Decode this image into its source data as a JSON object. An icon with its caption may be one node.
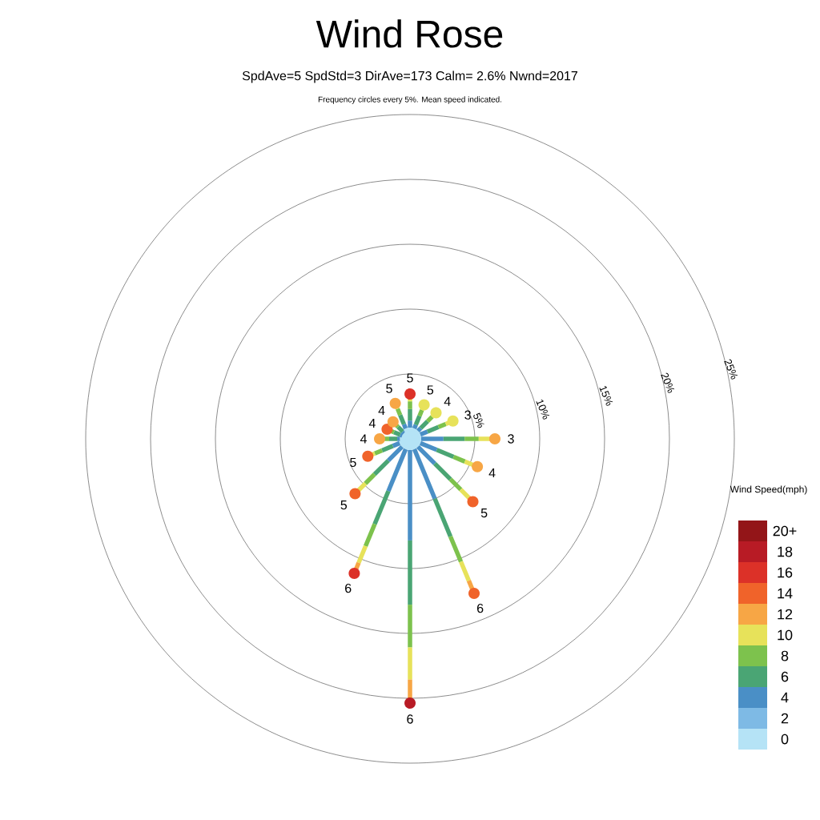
{
  "diagram": {
    "title": "Wind Rose",
    "labels": [
      "SpdAve=5  SpdStd=3  DirAve=173   Calm= 2.6%  Nwnd=2017",
      "Frequency circles every 5%. Mean speed indicated.",
      "5%",
      "10%",
      "15%",
      "20%",
      "25%",
      "5",
      "5",
      "4",
      "3",
      "3",
      "4",
      "5",
      "6",
      "6",
      "6",
      "5",
      "5",
      "4",
      "4",
      "4",
      "5",
      "Wind Speed(mph)"
    ],
    "legend": [
      {
        "text": "20+",
        "color": "#931518"
      },
      {
        "text": "18",
        "color": "#b81b25"
      },
      {
        "text": "16",
        "color": "#dc3128"
      },
      {
        "text": "14",
        "color": "#f0632a"
      },
      {
        "text": "12",
        "color": "#f7a645"
      },
      {
        "text": "10",
        "color": "#e7e25a"
      },
      {
        "text": "8",
        "color": "#7dc24d"
      },
      {
        "text": "6",
        "color": "#4aa574"
      },
      {
        "text": "4",
        "color": "#4a8fc6"
      },
      {
        "text": "2",
        "color": "#7ebae5"
      },
      {
        "text": "0",
        "color": "#b5e3f6"
      }
    ]
  }
}
